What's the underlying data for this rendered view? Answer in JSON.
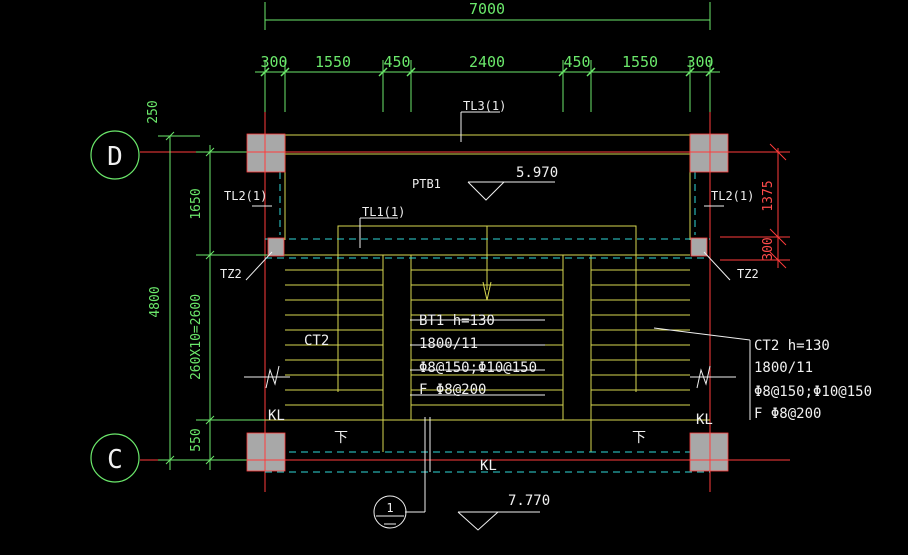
{
  "drawing": {
    "dims_top_total": "7000",
    "dims_top": [
      "300",
      "1550",
      "450",
      "2400",
      "450",
      "1550",
      "300"
    ],
    "dims_left_outer": "4800",
    "dims_left_inner": [
      "250",
      "1650",
      "260X10=2600",
      "550"
    ],
    "dims_right": [
      "1375",
      "300"
    ],
    "axes": {
      "top": "D",
      "bottom": "C"
    },
    "beams": {
      "tl3": "TL3(1)",
      "tl1": "TL1(1)",
      "tl2_left": "TL2(1)",
      "tl2_right": "TL2(1)",
      "kl_left": "KL",
      "kl_right": "KL",
      "kl_bottom": "KL"
    },
    "columns": {
      "tz_left": "TZ2",
      "tz_right": "TZ2"
    },
    "slab": "PTB1",
    "elevations": {
      "landing": "5.970",
      "floor": "7.770"
    },
    "flights": {
      "ct2_left": "CT2",
      "bt1": [
        "BT1  h=130",
        "1800/11",
        "Φ8@150;Φ10@150",
        "F  Φ8@200"
      ],
      "ct2_right": [
        "CT2   h=130",
        "1800/11",
        "Φ8@150;Φ10@150",
        "F  Φ8@200"
      ]
    },
    "down_marks": {
      "left": "下",
      "right": "下"
    },
    "section_mark": "1"
  },
  "colors": {
    "background": "#000000",
    "dimension": "#6be86b",
    "grid_axis": "#ff3b3b",
    "beam_line": "#d8d850",
    "hidden_line": "#2fd7d7",
    "text": "#f0f0f0",
    "column_fill": "#a8a8a8"
  }
}
